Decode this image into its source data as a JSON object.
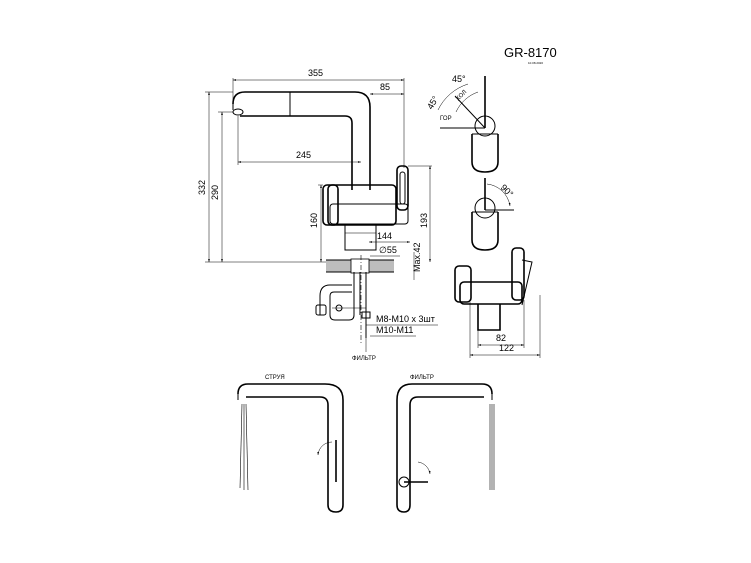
{
  "header": {
    "model": "GR-8170",
    "subtitle": "10.08.2020"
  },
  "dimensions": {
    "width_total": "355",
    "spout_offset": "85",
    "reach": "245",
    "height_total": "332",
    "height_spout": "290",
    "body_height": "160",
    "side_height": "193",
    "base_width": "144",
    "max_depth": "Max.42",
    "hole_diameter": "∅55",
    "side_depth_1": "82",
    "side_depth_2": "122"
  },
  "angles": {
    "a1": "45°",
    "a2": "45°",
    "a3": "90°",
    "hot_label": "ХОЛ",
    "hor_label": "ГОР"
  },
  "labels": {
    "studs": "M8-M10 x 3шт",
    "fitting": "M10-M11",
    "filter_bottom": "ФИЛЬТР",
    "mode_stream": "СТРУЯ",
    "mode_filter": "ФИЛЬТР"
  }
}
